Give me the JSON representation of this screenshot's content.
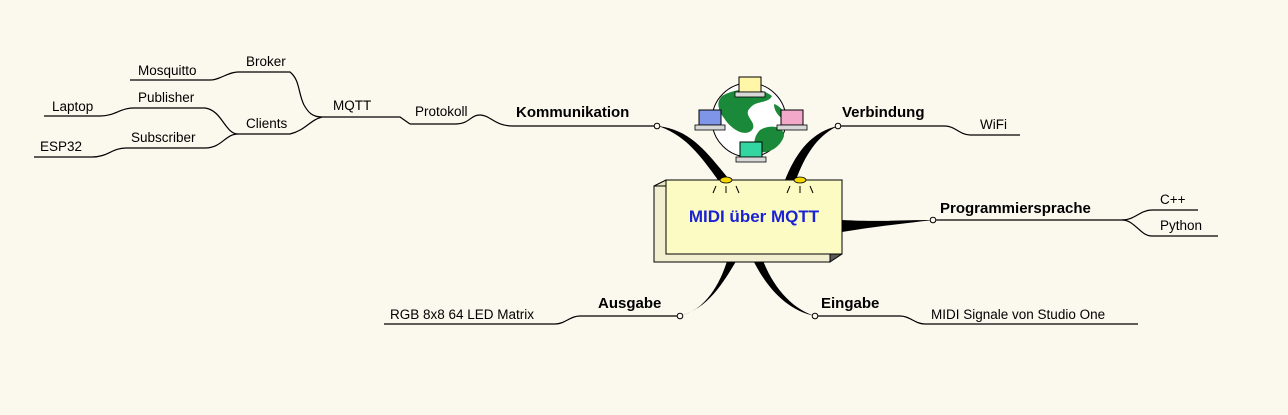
{
  "central": {
    "title": "MIDI über MQTT"
  },
  "branches": {
    "kommunikation": "Kommunikation",
    "protokoll": "Protokoll",
    "mqtt": "MQTT",
    "broker": "Broker",
    "mosquitto": "Mosquitto",
    "clients": "Clients",
    "publisher": "Publisher",
    "subscriber": "Subscriber",
    "laptop": "Laptop",
    "esp32": "ESP32",
    "verbindung": "Verbindung",
    "wifi": "WiFi",
    "programmiersprache": "Programmiersprache",
    "cpp": "C++",
    "python": "Python",
    "ausgabe": "Ausgabe",
    "rgb": "RGB 8x8 64 LED Matrix",
    "eingabe": "Eingabe",
    "midi_signale": "MIDI Signale von Studio One"
  },
  "colors": {
    "background": "#fbf8ee",
    "central_fill": "#fdfbc4",
    "central_text": "#1a22d6",
    "globe_land": "#1a8a3a",
    "globe_sea": "#ffffff"
  }
}
